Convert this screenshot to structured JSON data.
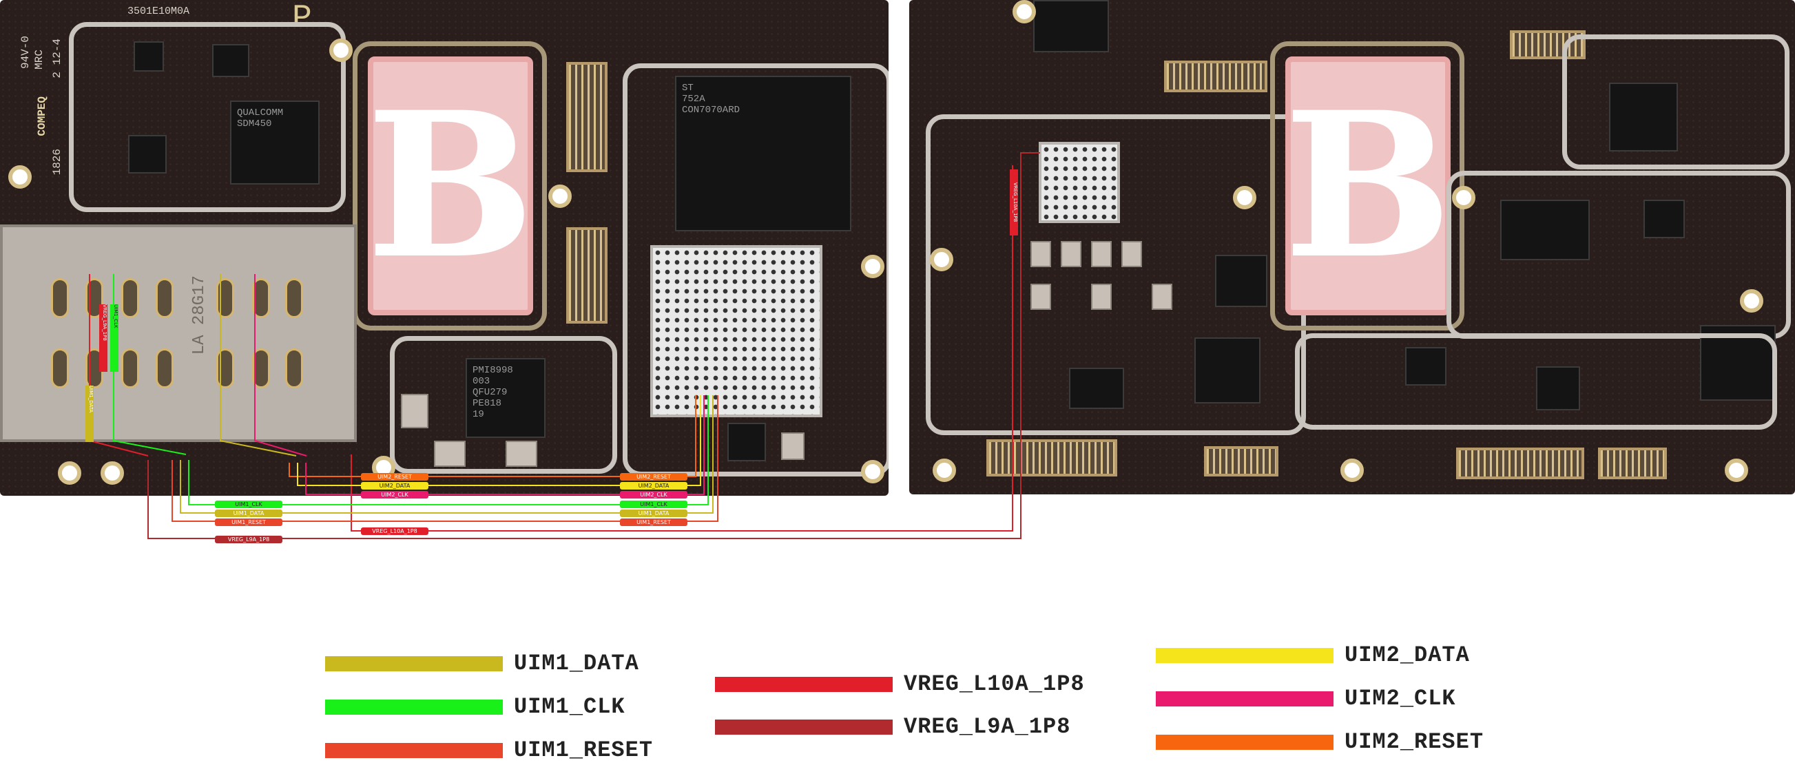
{
  "board_markings": {
    "part_number": "3501E10M0A",
    "silk_p": "P",
    "silk_94v": "94V-0",
    "silk_mrc": "MRC",
    "silk_date": "2 12-4",
    "silk_1826": "1826",
    "silk_compeq": "COMPEQ",
    "sim_tray_text": "LA 28G17",
    "chip_qualcomm": "QUALCOMM",
    "chip_sdm": "SDM450",
    "chip_pmi": "PMI8998",
    "chip_pmi_line2": "003",
    "chip_pmi_line3": "QFU279",
    "chip_pmi_line4": "PE818",
    "chip_pmi_line5": "19",
    "chip_mem_line1": "ST",
    "chip_mem_line2": "752A",
    "chip_mem_line3": "CON7070ARD"
  },
  "trace_tags": {
    "uim2_reset_left": "UIM2_RESET",
    "uim2_data_left": "UIM2_DATA",
    "uim2_clk_left": "UIM2_CLK",
    "uim1_clk_left": "UIM1_CLK",
    "uim1_data_left": "UIM1_DATA",
    "uim1_reset_left": "UIM1_RESET",
    "vreg_l10a_left": "VREG_L10A_1P8",
    "vreg_l9a_left": "VREG_L9A_1P8",
    "uim2_reset_right": "UIM2_RESET",
    "uim2_data_right": "UIM2_DATA",
    "uim2_clk_right": "UIM2_CLK",
    "uim1_clk_right": "UIM1_CLK",
    "uim1_data_right": "UIM1_DATA",
    "uim1_reset_right": "UIM1_RESET",
    "vreg_l10a_vertical": "VREG_L10A_1P8",
    "sim_v1": "UIM1_DATA",
    "sim_v2": "VREG_L9A_1P8",
    "sim_v3": "UIM1_CLK"
  },
  "legend": [
    {
      "label": "UIM1_DATA",
      "color": "#c9b81e"
    },
    {
      "label": "UIM1_CLK",
      "color": "#19f01a"
    },
    {
      "label": "UIM1_RESET",
      "color": "#e8452a"
    },
    {
      "label": "VREG_L10A_1P8",
      "color": "#e01f2b"
    },
    {
      "label": "VREG_L9A_1P8",
      "color": "#b02a2e"
    },
    {
      "label": "UIM2_DATA",
      "color": "#f5e31c"
    },
    {
      "label": "UIM2_CLK",
      "color": "#ea1a6d"
    },
    {
      "label": "UIM2_RESET",
      "color": "#f8650f"
    }
  ]
}
